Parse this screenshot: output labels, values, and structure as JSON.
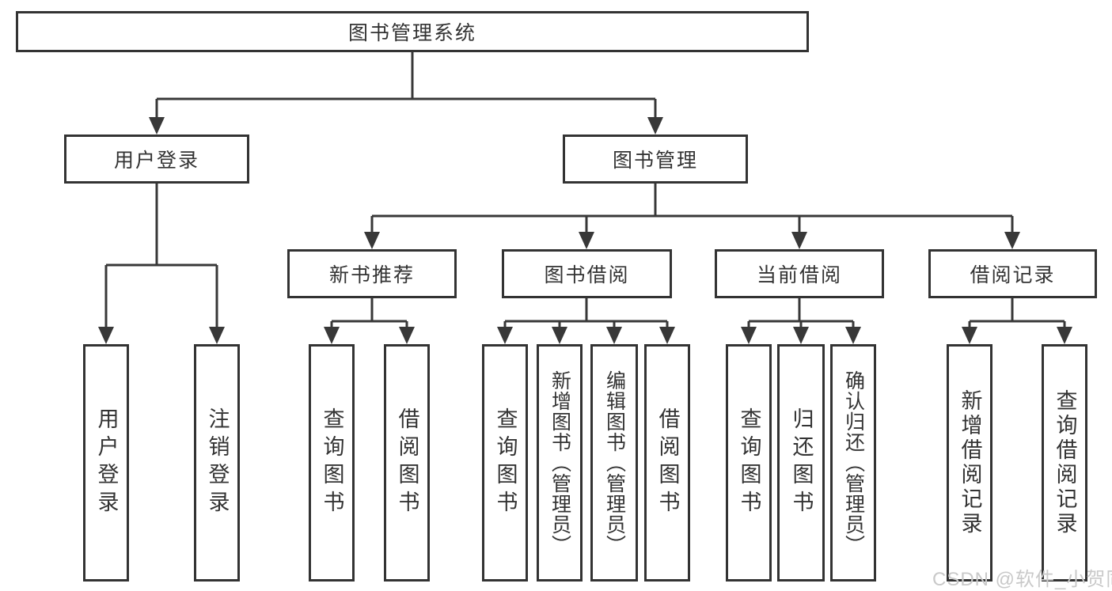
{
  "diagram": {
    "root": "图书管理系统",
    "branches": [
      {
        "label": "用户登录",
        "children": [
          {
            "label": "用户登录"
          },
          {
            "label": "注销登录"
          }
        ]
      },
      {
        "label": "图书管理",
        "sections": [
          {
            "label": "新书推荐",
            "children": [
              {
                "label": "查询图书"
              },
              {
                "label": "借阅图书"
              }
            ]
          },
          {
            "label": "图书借阅",
            "children": [
              {
                "label": "查询图书"
              },
              {
                "label": "新增图书（管理员）"
              },
              {
                "label": "编辑图书（管理员）"
              },
              {
                "label": "借阅图书"
              }
            ]
          },
          {
            "label": "当前借阅",
            "children": [
              {
                "label": "查询图书"
              },
              {
                "label": "归还图书"
              },
              {
                "label": "确认归还（管理员）"
              }
            ]
          },
          {
            "label": "借阅记录",
            "children": [
              {
                "label": "新增借阅记录"
              },
              {
                "label": "查询借阅记录"
              }
            ]
          }
        ]
      }
    ]
  },
  "watermark": "CSDN @软件_小贺同学",
  "colors": {
    "line": "#383838",
    "border": "#333333",
    "text": "#333333",
    "background": "#ffffff",
    "watermark": "#c9c9c9"
  }
}
